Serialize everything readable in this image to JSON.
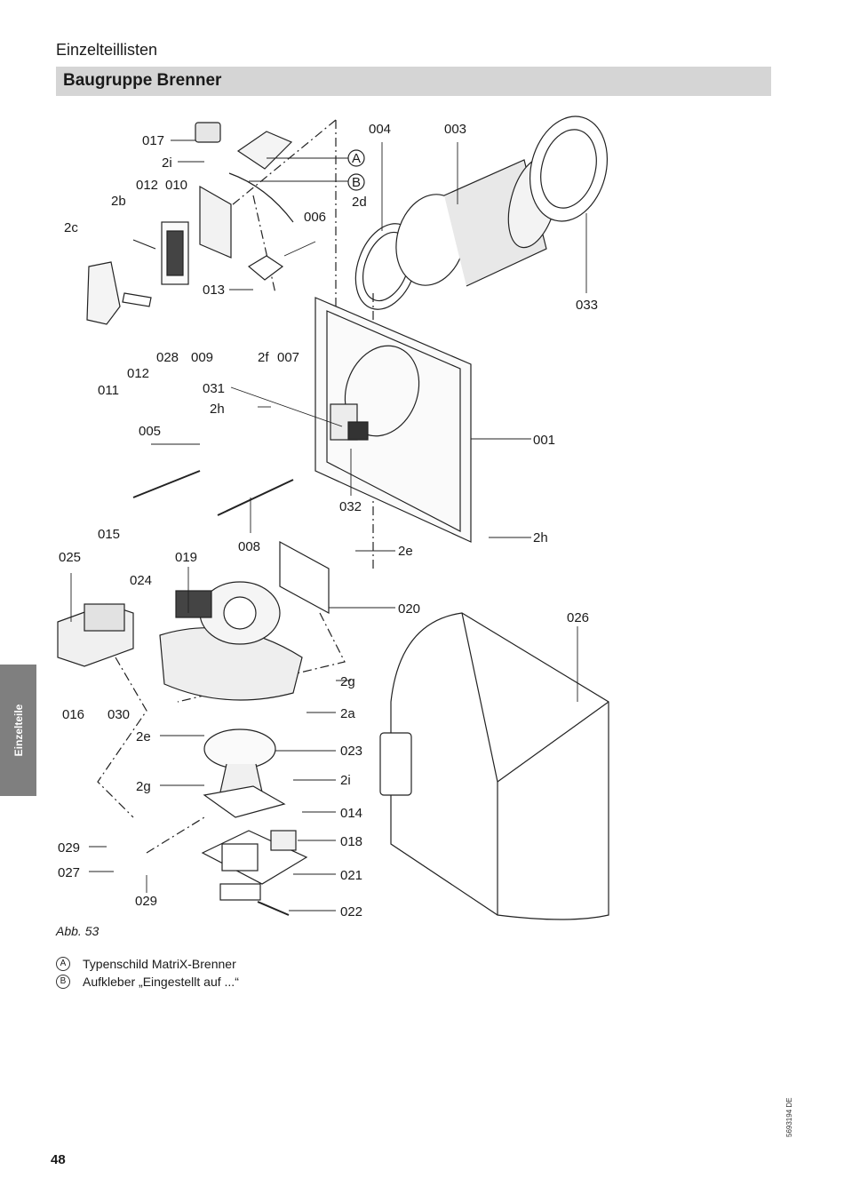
{
  "header": {
    "title": "Einzelteillisten"
  },
  "section": {
    "title": "Baugruppe Brenner"
  },
  "side_tab": {
    "label": "Einzelteile"
  },
  "figure": {
    "caption": "Abb. 53",
    "callouts": {
      "c017": "017",
      "c2i_top": "2i",
      "c012_top": "012",
      "c010": "010",
      "c2b": "2b",
      "c2c": "2c",
      "c004": "004",
      "c003": "003",
      "c2d": "2d",
      "c006": "006",
      "c013": "013",
      "c033": "033",
      "c028": "028",
      "c009": "009",
      "c2f": "2f",
      "c007": "007",
      "c012_bot": "012",
      "c011": "011",
      "c031": "031",
      "c2h_top": "2h",
      "c005": "005",
      "c001": "001",
      "c032": "032",
      "c015": "015",
      "c008": "008",
      "c2h_right": "2h",
      "c025": "025",
      "c019": "019",
      "c2e_top": "2e",
      "c024": "024",
      "c020": "020",
      "c026": "026",
      "c2g_top": "2g",
      "c016": "016",
      "c030": "030",
      "c2a": "2a",
      "c2e_bot": "2e",
      "c023": "023",
      "c2g_bot": "2g",
      "c2i_bot": "2i",
      "c014": "014",
      "c029_a": "029",
      "c018": "018",
      "c027": "027",
      "c021": "021",
      "c029_b": "029",
      "c022": "022",
      "mark_a": "A",
      "mark_b": "B"
    }
  },
  "legend": [
    {
      "key": "A",
      "text": "Typenschild MatriX-Brenner"
    },
    {
      "key": "B",
      "text": "Aufkleber „Eingestellt auf ...“"
    }
  ],
  "footer": {
    "page_number": "48",
    "doc_id": "5693194 DE"
  }
}
